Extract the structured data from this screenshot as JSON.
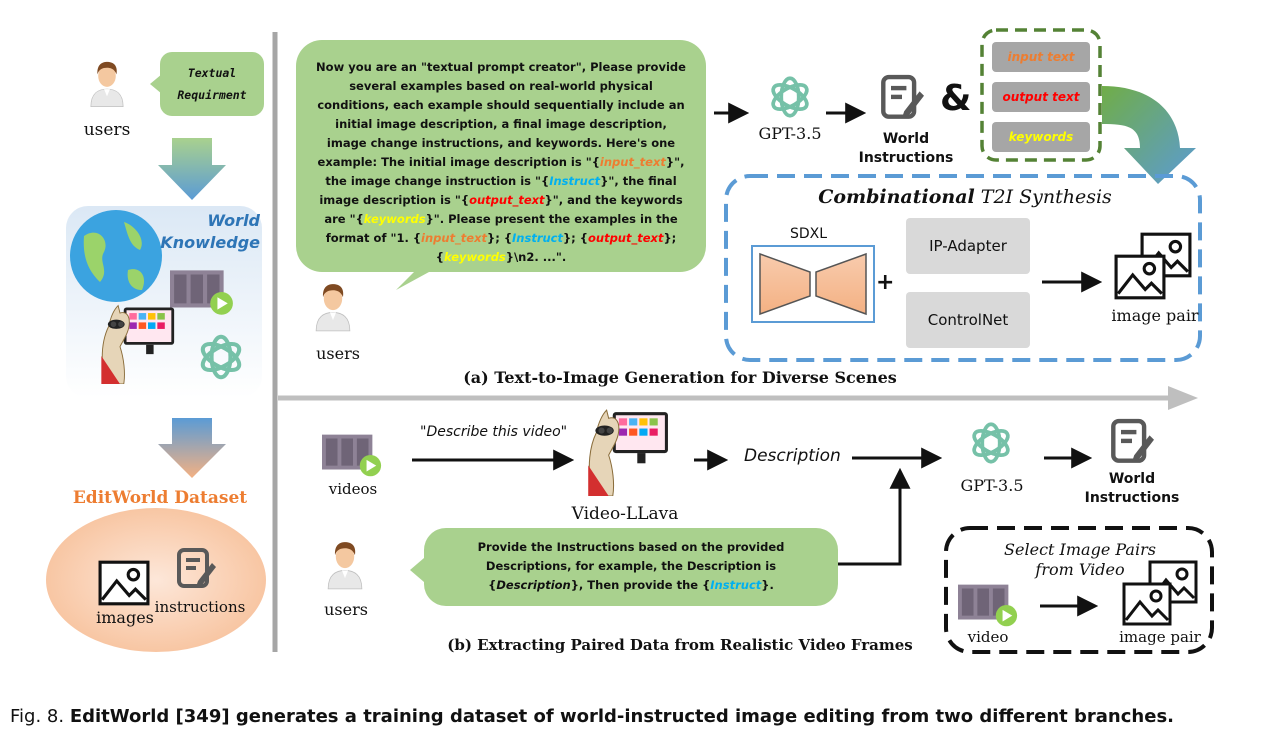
{
  "left": {
    "users_label": "users",
    "requirement_bubble": [
      "Textual",
      "Requirment"
    ],
    "knowledge_title": [
      "World",
      "Knowledge"
    ],
    "dataset_title": "EditWorld Dataset",
    "images_label": "images",
    "instructions_label": "instructions"
  },
  "top": {
    "prompt_parts": [
      {
        "t": "Now you are an \"textual prompt creator\", Please provide several examples based on real-world physical conditions, each example should sequentially include an initial image description, a final image description, image change instructions, and keywords. Here's one example: The initial image description is \"{",
        "c": ""
      },
      {
        "t": "input_text",
        "c": "o"
      },
      {
        "t": "}\", the image change instruction is \"{",
        "c": ""
      },
      {
        "t": "Instruct",
        "c": "b"
      },
      {
        "t": "}\", the final image description is \"{",
        "c": ""
      },
      {
        "t": "output_text",
        "c": "r"
      },
      {
        "t": "}\", and the keywords are \"{",
        "c": ""
      },
      {
        "t": "keywords",
        "c": "y"
      },
      {
        "t": "}\". Please present the examples in the format of \"1. {",
        "c": ""
      },
      {
        "t": "input_text",
        "c": "o"
      },
      {
        "t": "}; {",
        "c": ""
      },
      {
        "t": "Instruct",
        "c": "b"
      },
      {
        "t": "}; {",
        "c": ""
      },
      {
        "t": "output_text",
        "c": "r"
      },
      {
        "t": "}; {",
        "c": ""
      },
      {
        "t": "keywords",
        "c": "y"
      },
      {
        "t": "}\\n2. ...\".",
        "c": ""
      }
    ],
    "users_label": "users",
    "gpt_label": "GPT-3.5",
    "world_instructions": [
      "World",
      "Instructions"
    ],
    "ampersand": "&",
    "keyword_boxes": [
      {
        "text": "input text",
        "color": "#ed7d31"
      },
      {
        "text": "output text",
        "color": "#ff0000"
      },
      {
        "text": "keywords",
        "color": "#ffff00"
      }
    ],
    "synthesis_title_bold": "Combinational",
    "synthesis_title_rest": " T2I Synthesis",
    "sdxl_label": "SDXL",
    "plus": "+",
    "ip_adapter": "IP-Adapter",
    "controlnet": "ControlNet",
    "image_pair_label": "image pair",
    "caption": "(a) Text-to-Image Generation for Diverse Scenes"
  },
  "bottom": {
    "videos_label": "videos",
    "describe_prompt": "\"Describe this video\"",
    "video_llava_label": "Video-LLava",
    "description_label": "Description",
    "gpt_label": "GPT-3.5",
    "world_instructions": [
      "World",
      "Instructions"
    ],
    "users_label": "users",
    "prompt_parts": [
      {
        "t": "Provide the Instructions based on the provided Descriptions, for example, the Description is {",
        "c": ""
      },
      {
        "t": "Description",
        "c": "i"
      },
      {
        "t": "}, Then provide the {",
        "c": ""
      },
      {
        "t": "Instruct",
        "c": "b"
      },
      {
        "t": "}.",
        "c": ""
      }
    ],
    "select_title": [
      "Select Image Pairs",
      "from Video"
    ],
    "video_label": "video",
    "image_pair_label": "image pair",
    "caption": "(b) Extracting Paired Data from Realistic Video Frames"
  },
  "figure_caption": {
    "prefix": "Fig. 8.",
    "text": "EditWorld [349] generates a training dataset of world-instructed image editing from two different branches."
  },
  "colors": {
    "bubble_green": "#a9d18e",
    "dashed_blue": "#5b9bd5",
    "dashed_green": "#548235",
    "divider_gray": "#a6a6a6",
    "dataset_orange": "#ed7d31"
  }
}
